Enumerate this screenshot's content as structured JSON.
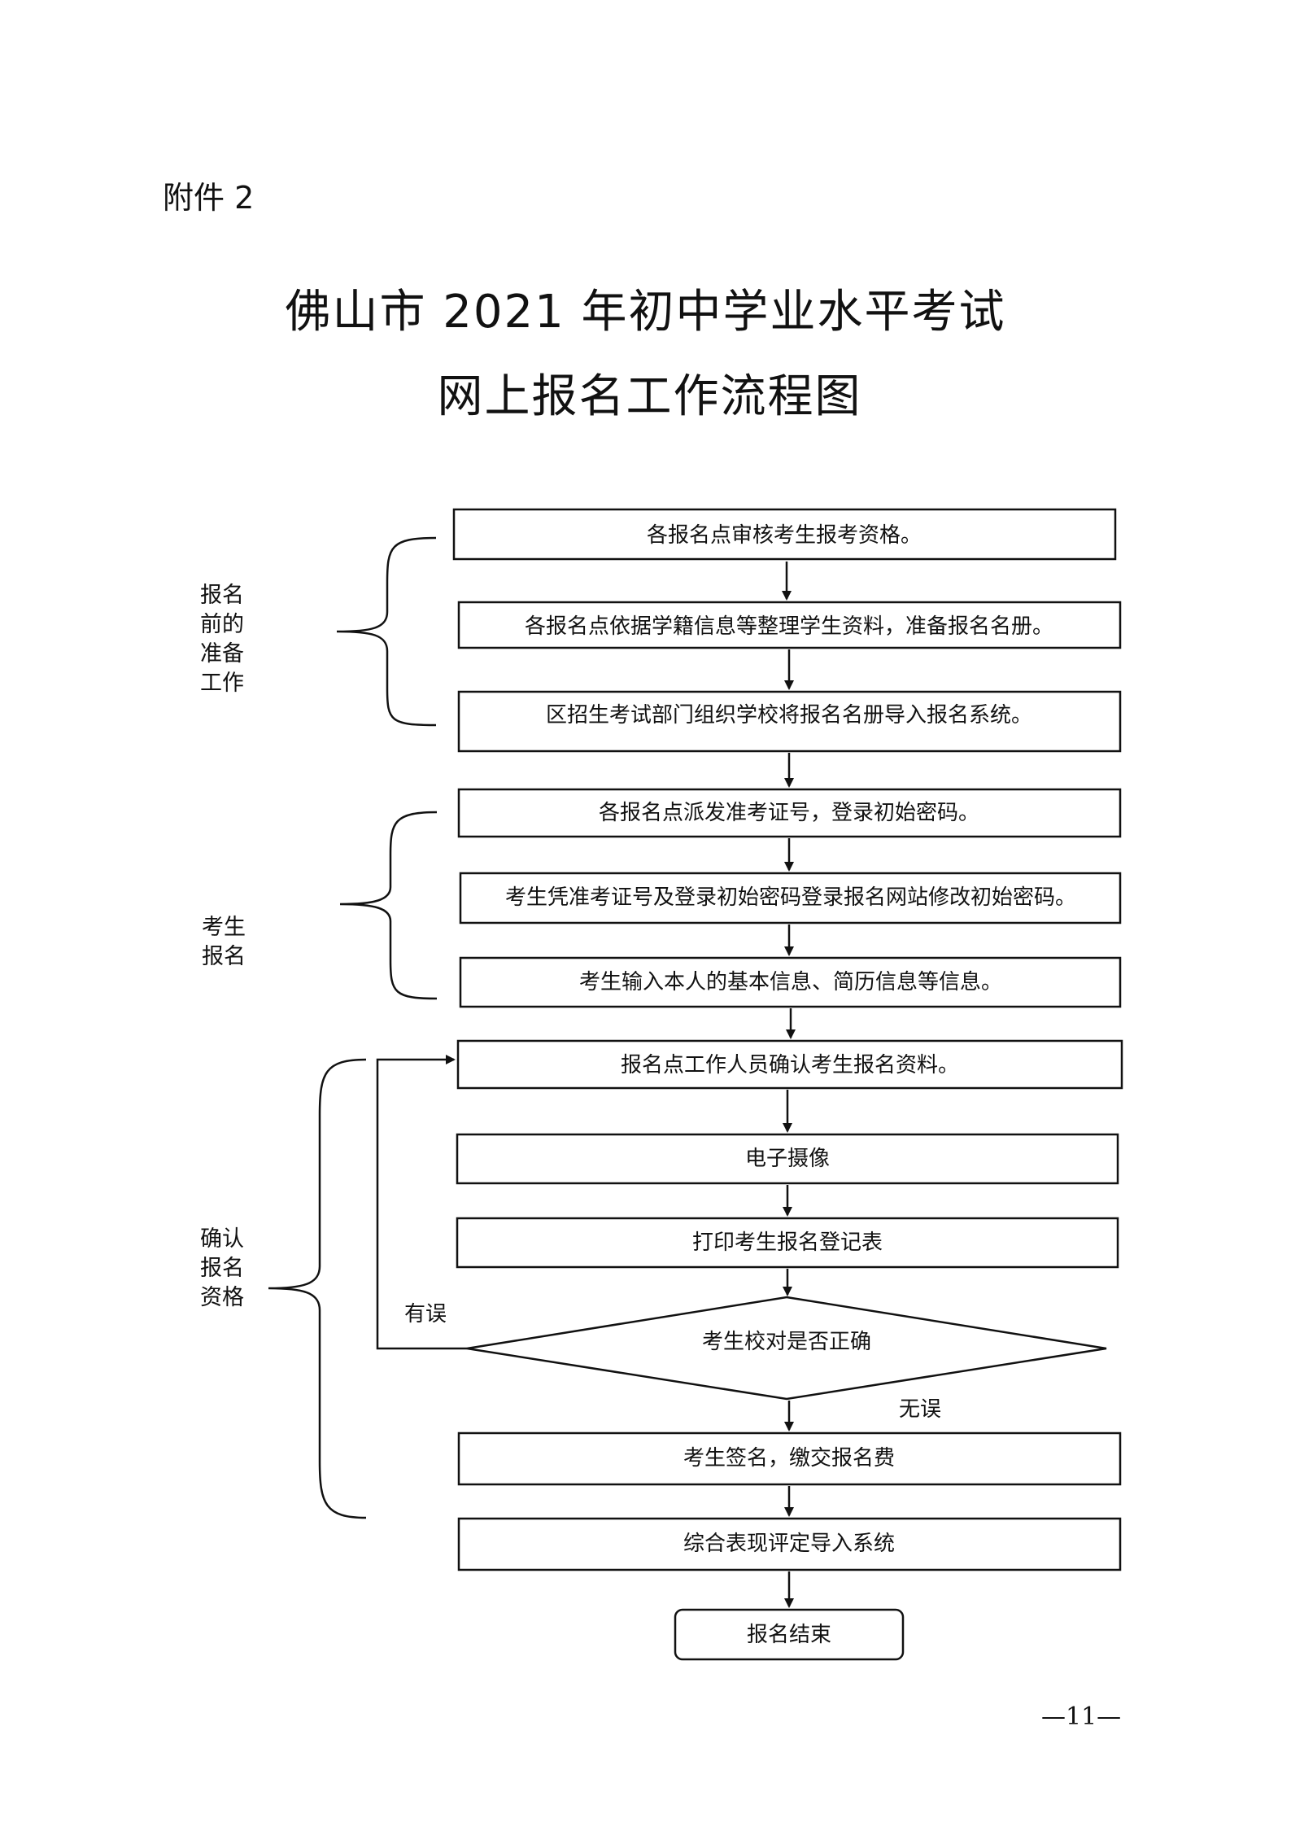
{
  "attachment_label": "附件 2",
  "title_line1": "佛山市 2021 年初中学业水平考试",
  "title_line2": "网上报名工作流程图",
  "steps": [
    "各报名点审核考生报考资格。",
    "各报名点依据学籍信息等整理学生资料，准备报名名册。",
    "区招生考试部门组织学校将报名名册导入报名系统。",
    "各报名点派发准考证号，登录初始密码。",
    "考生凭准考证号及登录初始密码登录报名网站修改初始密码。",
    "考生输入本人的基本信息、简历信息等信息。",
    "报名点工作人员确认考生报名资料。",
    "电子摄像",
    "打印考生报名登记表",
    "考生校对是否正确",
    "考生签名，缴交报名费",
    "综合表现评定导入系统",
    "报名结束"
  ],
  "groups": [
    {
      "lines": [
        "报名",
        "前的",
        "准备",
        "工作"
      ]
    },
    {
      "lines": [
        "考生",
        "报名"
      ]
    },
    {
      "lines": [
        "确认",
        "报名",
        "资格"
      ]
    }
  ],
  "branch_labels": {
    "error": "有误",
    "ok": "无误"
  },
  "page_number": "—11—"
}
